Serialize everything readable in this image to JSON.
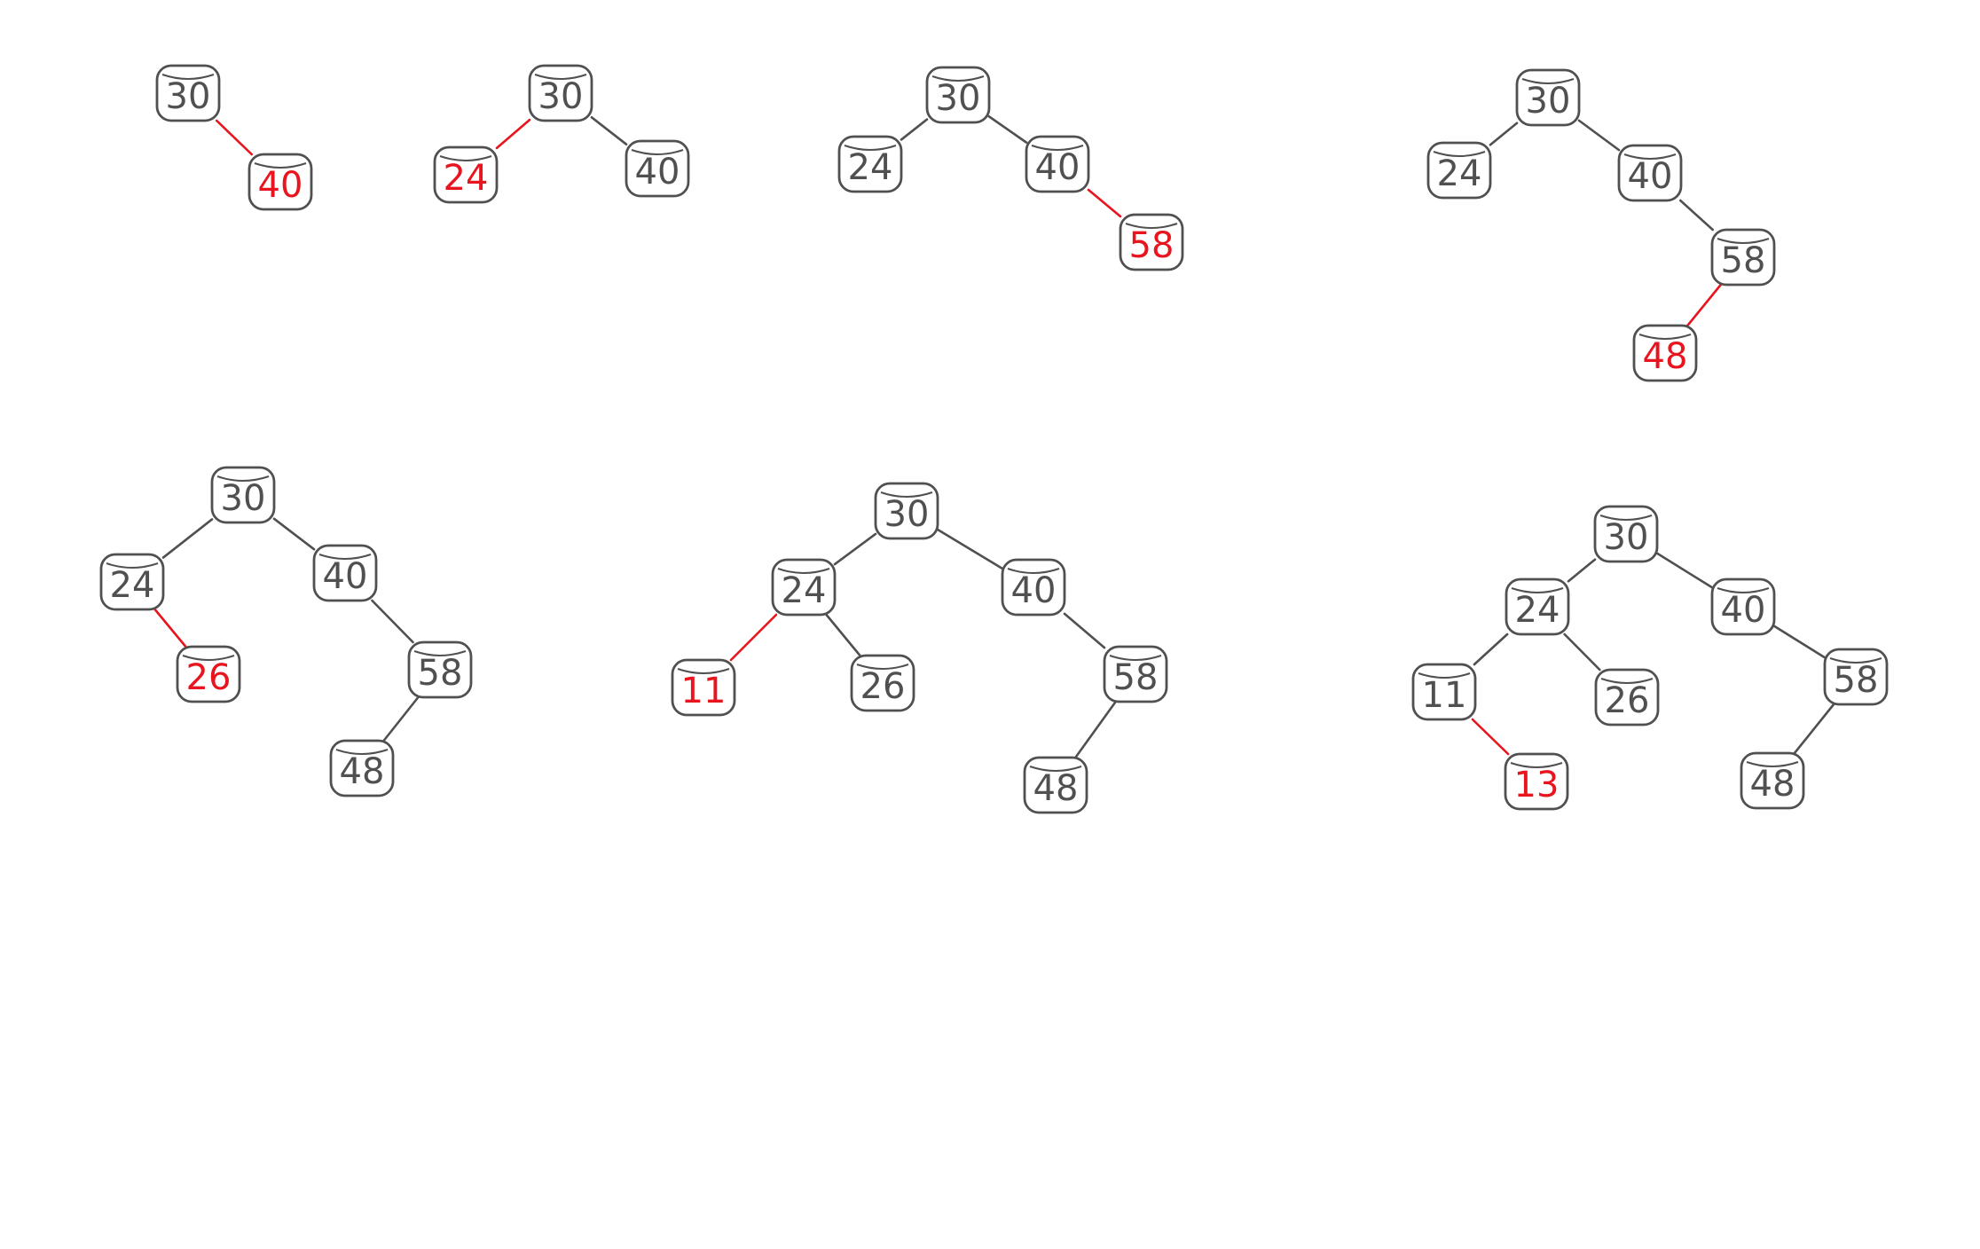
{
  "colors": {
    "ink": "#505050",
    "highlight": "#e8141e",
    "background": "#ffffff"
  },
  "trees": [
    {
      "id": "step-1",
      "nodes": [
        {
          "id": "n30",
          "label": "30"
        },
        {
          "id": "n40",
          "label": "40",
          "highlight": true
        }
      ],
      "edges": [
        {
          "from": "n30",
          "to": "n40",
          "highlight": true
        }
      ]
    },
    {
      "id": "step-2",
      "nodes": [
        {
          "id": "n30",
          "label": "30"
        },
        {
          "id": "n24",
          "label": "24",
          "highlight": true
        },
        {
          "id": "n40",
          "label": "40"
        }
      ],
      "edges": [
        {
          "from": "n30",
          "to": "n24",
          "highlight": true
        },
        {
          "from": "n30",
          "to": "n40"
        }
      ]
    },
    {
      "id": "step-3",
      "nodes": [
        {
          "id": "n30",
          "label": "30"
        },
        {
          "id": "n24",
          "label": "24"
        },
        {
          "id": "n40",
          "label": "40"
        },
        {
          "id": "n58",
          "label": "58",
          "highlight": true
        }
      ],
      "edges": [
        {
          "from": "n30",
          "to": "n24"
        },
        {
          "from": "n30",
          "to": "n40"
        },
        {
          "from": "n40",
          "to": "n58",
          "highlight": true
        }
      ]
    },
    {
      "id": "step-4",
      "nodes": [
        {
          "id": "n30",
          "label": "30"
        },
        {
          "id": "n24",
          "label": "24"
        },
        {
          "id": "n40",
          "label": "40"
        },
        {
          "id": "n58",
          "label": "58"
        },
        {
          "id": "n48",
          "label": "48",
          "highlight": true
        }
      ],
      "edges": [
        {
          "from": "n30",
          "to": "n24"
        },
        {
          "from": "n30",
          "to": "n40"
        },
        {
          "from": "n40",
          "to": "n58"
        },
        {
          "from": "n58",
          "to": "n48",
          "highlight": true
        }
      ]
    },
    {
      "id": "step-5",
      "nodes": [
        {
          "id": "n30",
          "label": "30"
        },
        {
          "id": "n24",
          "label": "24"
        },
        {
          "id": "n40",
          "label": "40"
        },
        {
          "id": "n26",
          "label": "26",
          "highlight": true
        },
        {
          "id": "n58",
          "label": "58"
        },
        {
          "id": "n48",
          "label": "48"
        }
      ],
      "edges": [
        {
          "from": "n30",
          "to": "n24"
        },
        {
          "from": "n30",
          "to": "n40"
        },
        {
          "from": "n24",
          "to": "n26",
          "highlight": true
        },
        {
          "from": "n40",
          "to": "n58"
        },
        {
          "from": "n58",
          "to": "n48"
        }
      ]
    },
    {
      "id": "step-6",
      "nodes": [
        {
          "id": "n30",
          "label": "30"
        },
        {
          "id": "n24",
          "label": "24"
        },
        {
          "id": "n40",
          "label": "40"
        },
        {
          "id": "n11",
          "label": "11",
          "highlight": true
        },
        {
          "id": "n26",
          "label": "26"
        },
        {
          "id": "n58",
          "label": "58"
        },
        {
          "id": "n48",
          "label": "48"
        }
      ],
      "edges": [
        {
          "from": "n30",
          "to": "n24"
        },
        {
          "from": "n30",
          "to": "n40"
        },
        {
          "from": "n24",
          "to": "n11",
          "highlight": true
        },
        {
          "from": "n24",
          "to": "n26"
        },
        {
          "from": "n40",
          "to": "n58"
        },
        {
          "from": "n58",
          "to": "n48"
        }
      ]
    },
    {
      "id": "step-7",
      "nodes": [
        {
          "id": "n30",
          "label": "30"
        },
        {
          "id": "n24",
          "label": "24"
        },
        {
          "id": "n40",
          "label": "40"
        },
        {
          "id": "n11",
          "label": "11"
        },
        {
          "id": "n26",
          "label": "26"
        },
        {
          "id": "n58",
          "label": "58"
        },
        {
          "id": "n13",
          "label": "13",
          "highlight": true
        },
        {
          "id": "n48",
          "label": "48"
        }
      ],
      "edges": [
        {
          "from": "n30",
          "to": "n24"
        },
        {
          "from": "n30",
          "to": "n40"
        },
        {
          "from": "n24",
          "to": "n11"
        },
        {
          "from": "n24",
          "to": "n26"
        },
        {
          "from": "n11",
          "to": "n13",
          "highlight": true
        },
        {
          "from": "n40",
          "to": "n58"
        },
        {
          "from": "n58",
          "to": "n48"
        }
      ]
    }
  ]
}
